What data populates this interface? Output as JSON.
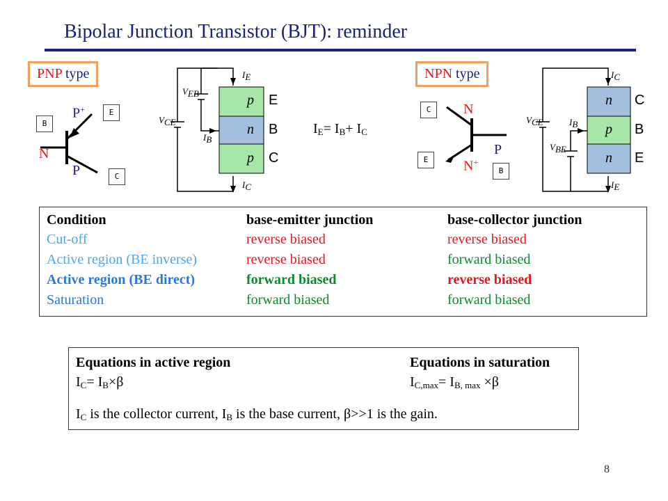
{
  "title": "Bipolar Junction Transistor (BJT): reminder",
  "pnp": {
    "heading_prefix": "PNP",
    "heading_suffix": " type",
    "symbol": {
      "top": "P",
      "top_sup": "+",
      "left": "N",
      "bottom": "P",
      "box_b": "B",
      "box_e": "E",
      "box_c": "C"
    },
    "circuit": {
      "ie": "I",
      "ie_sub": "E",
      "ic": "I",
      "ic_sub": "C",
      "ib": "I",
      "ib_sub": "B",
      "veb": "V",
      "veb_sub": "EB",
      "vce": "V",
      "vce_sub": "CE",
      "layers": [
        "p",
        "n",
        "p"
      ],
      "terms": [
        "E",
        "B",
        "C"
      ]
    }
  },
  "npn": {
    "heading_prefix": "NPN",
    "heading_suffix": " type",
    "symbol": {
      "top": "N",
      "right": "P",
      "bottom": "N",
      "bottom_sup": "+",
      "box_c": "C",
      "box_e": "E",
      "box_b": "B"
    },
    "circuit": {
      "ic": "I",
      "ic_sub": "C",
      "ie": "I",
      "ie_sub": "E",
      "ib": "I",
      "ib_sub": "B",
      "vbe": "V",
      "vbe_sub": "BE",
      "vce": "V",
      "vce_sub": "CE",
      "layers": [
        "n",
        "p",
        "n"
      ],
      "terms": [
        "C",
        "B",
        "E"
      ]
    }
  },
  "current_relation": {
    "ie": "I",
    "ie_sub": "E",
    "eq": "= I",
    "ib_sub": "B",
    "plus": "+ I",
    "ic_sub": "C"
  },
  "table": {
    "header": [
      "Condition",
      "base-emitter junction",
      "base-collector junction"
    ],
    "rows": [
      {
        "cells": [
          "Cut-off",
          "reverse biased",
          "reverse biased"
        ]
      },
      {
        "cells": [
          "Active region (BE inverse)",
          "reverse biased",
          "forward biased"
        ]
      },
      {
        "cells": [
          "Active region (BE direct)",
          "forward biased",
          "reverse biased"
        ]
      },
      {
        "cells": [
          "Saturation",
          "forward biased",
          "forward biased"
        ]
      }
    ]
  },
  "equations": {
    "active_heading": "Equations in active region",
    "saturation_heading": "Equations in saturation",
    "active_lhs": "I",
    "active_lhs_sub": "C",
    "active_eq": "= I",
    "active_rhs_sub": "B",
    "active_tail": "×β",
    "sat_lhs": "I",
    "sat_lhs_sub": "C,max",
    "sat_eq": "= I",
    "sat_rhs_sub": "B, max",
    "sat_tail": " ×β",
    "note_a": "I",
    "note_a_sub": "C",
    "note_b": " is the collector current, I",
    "note_b_sub": "B",
    "note_c": " is the base current, β>>1 is the gain."
  },
  "page_number": "8",
  "colors": {
    "title": "#1a1f7a",
    "red": "#e8141e",
    "cyan": "#4da6e8",
    "green": "#0a8a2a",
    "semi_green": "#a6e6a6",
    "semi_blue": "#a3c0e0",
    "box_orange": "#f0a060"
  }
}
